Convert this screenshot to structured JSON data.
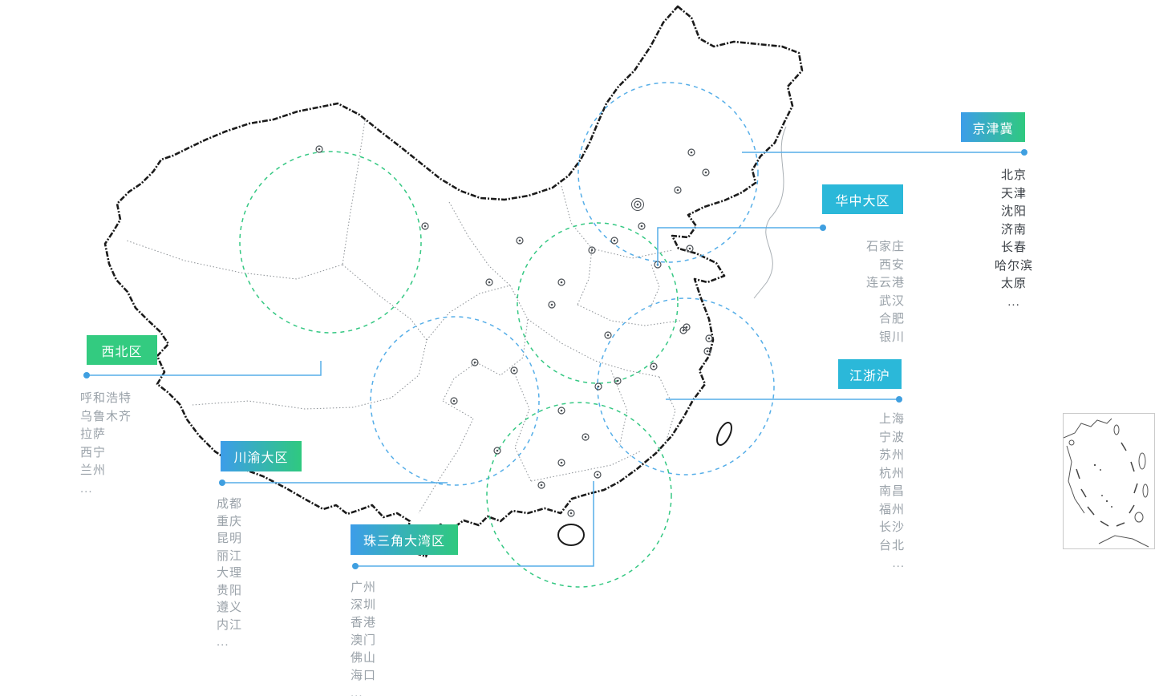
{
  "palette": {
    "label_gradient_start": "#3d9de9",
    "label_gradient_end": "#2fc97f",
    "label_cyan": "#2bb8d9",
    "label_green": "#33cb80",
    "connector_blue": "#56aee8",
    "coverage_circle_blue": "#56aee8",
    "coverage_circle_green": "#35c883",
    "city_text_gray": "#9aa2a9",
    "city_text_dark": "#3a3f45",
    "map_outline": "#1b1b1b",
    "province_border": "#8a8f94"
  },
  "regions": [
    {
      "id": "jingjinji",
      "name": "京津冀",
      "cities": [
        "北京",
        "天津",
        "沈阳",
        "济南",
        "长春",
        "哈尔滨",
        "太原",
        "..."
      ]
    },
    {
      "id": "huazhong",
      "name": "华中大区",
      "cities": [
        "石家庄",
        "西安",
        "连云港",
        "武汉",
        "合肥",
        "银川"
      ]
    },
    {
      "id": "jiangzhehu",
      "name": "江浙沪",
      "cities": [
        "上海",
        "宁波",
        "苏州",
        "杭州",
        "南昌",
        "福州",
        "长沙",
        "台北",
        "..."
      ]
    },
    {
      "id": "xibei",
      "name": "西北区",
      "cities": [
        "呼和浩特",
        "乌鲁木齐",
        "拉萨",
        "西宁",
        "兰州",
        "..."
      ]
    },
    {
      "id": "chuanyu",
      "name": "川渝大区",
      "cities": [
        "成都",
        "重庆",
        "昆明",
        "丽江",
        "大理",
        "贵阳",
        "遵义",
        "内江",
        "..."
      ]
    },
    {
      "id": "zhusanjiao",
      "name": "珠三角大湾区",
      "cities": [
        "广州",
        "深圳",
        "香港",
        "澳门",
        "佛山",
        "海口",
        "..."
      ]
    }
  ]
}
